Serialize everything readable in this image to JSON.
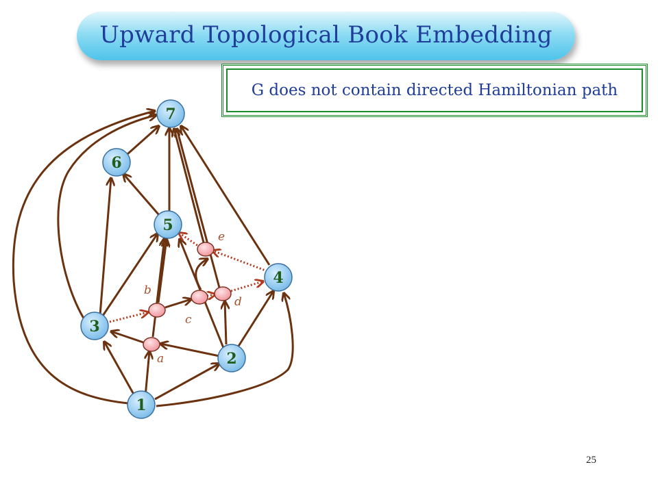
{
  "slide": {
    "title": "Upward Topological Book Embedding",
    "note": "G does not contain directed Hamiltonian path",
    "page_number": "25"
  },
  "graph": {
    "vertices": [
      {
        "id": "1",
        "label": "1"
      },
      {
        "id": "2",
        "label": "2"
      },
      {
        "id": "3",
        "label": "3"
      },
      {
        "id": "4",
        "label": "4"
      },
      {
        "id": "5",
        "label": "5"
      },
      {
        "id": "6",
        "label": "6"
      },
      {
        "id": "7",
        "label": "7"
      }
    ],
    "dummies": [
      {
        "id": "a",
        "label": "a"
      },
      {
        "id": "b",
        "label": "b"
      },
      {
        "id": "c",
        "label": "c"
      },
      {
        "id": "d",
        "label": "d"
      },
      {
        "id": "e",
        "label": "e"
      }
    ],
    "colors": {
      "edge": "#6b3210",
      "dashed_edge": "#b03a1e",
      "vertex_fill": "#8fc9f0",
      "vertex_text": "#1e5e1e",
      "dummy_fill": "#f7aeb4",
      "dummy_text": "#a7522f"
    }
  }
}
